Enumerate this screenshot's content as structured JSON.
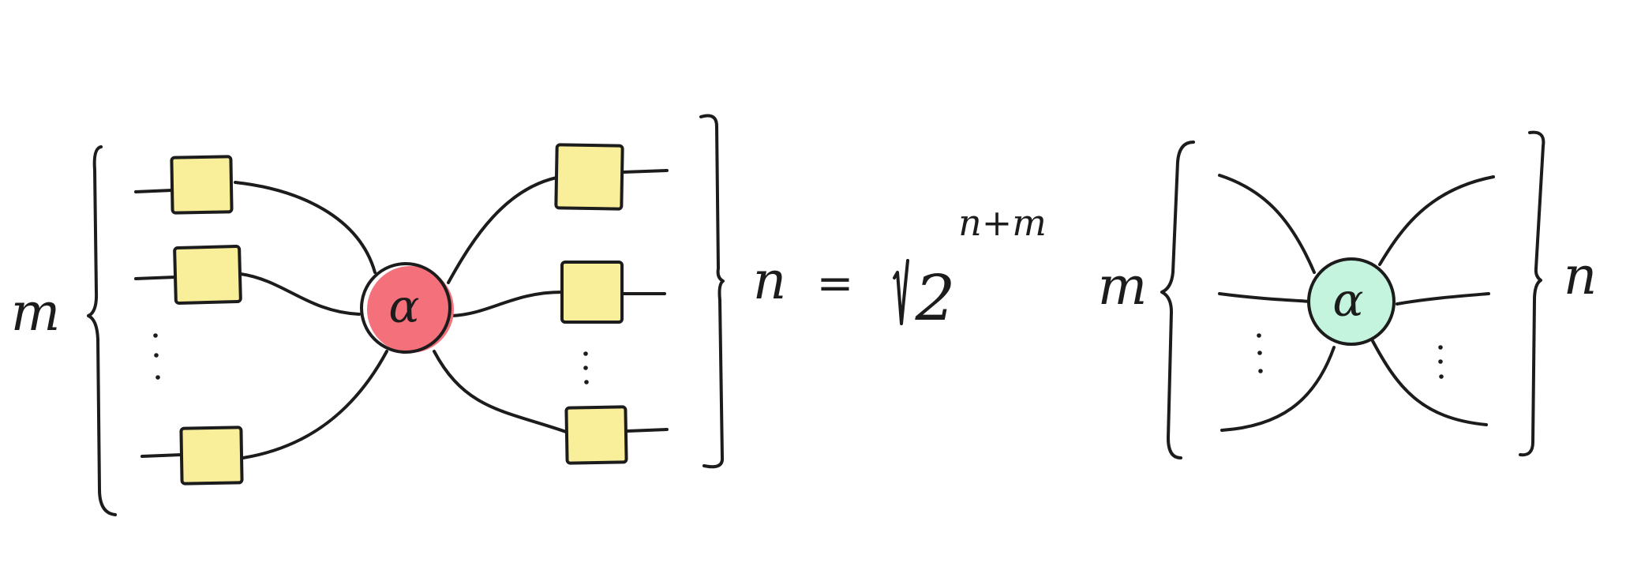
{
  "lhs": {
    "left_label": "m",
    "right_label": "n",
    "spider_label": "α",
    "spider_color": "#f4707a"
  },
  "equation": {
    "equals": "=",
    "radicand": "2",
    "exponent": "n+m"
  },
  "rhs": {
    "left_label": "m",
    "right_label": "n",
    "spider_label": "α",
    "spider_color": "#c4f4de"
  },
  "colors": {
    "box_fill": "#f9ef9a",
    "ink": "#1c1c1c"
  }
}
